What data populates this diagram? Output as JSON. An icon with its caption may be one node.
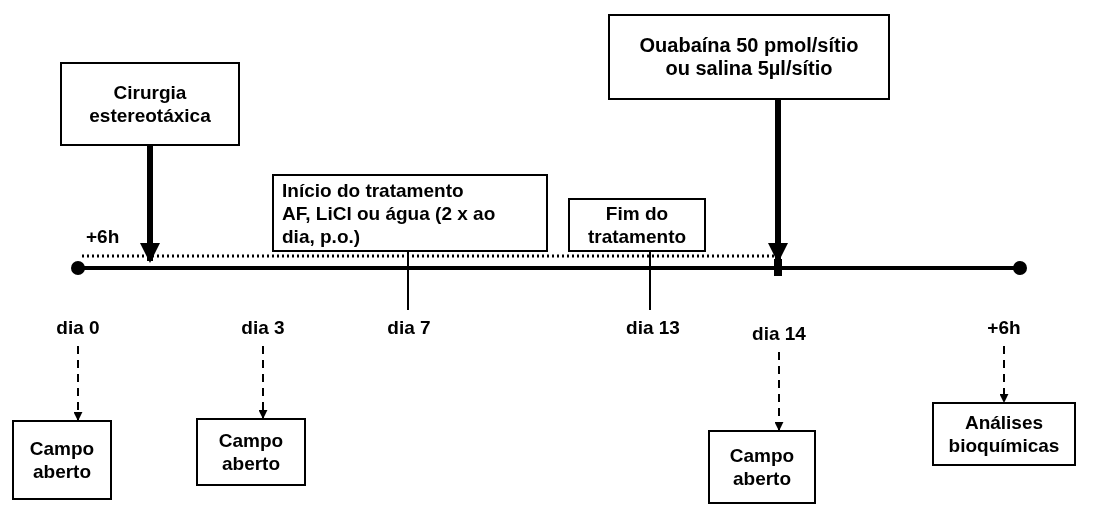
{
  "diagram": {
    "nodes": [
      {
        "text": [
          "Cirurgia estereotáxica"
        ]
      },
      {
        "text": [
          "Início do tratamento AF, LiCl ou água (2 x ao dia, p.o.)"
        ]
      },
      {
        "text": [
          "Fim do tratamento"
        ]
      },
      {
        "text": [
          "Ouabaína 50 pmol/sítio ou salina 5µl/sítio"
        ]
      },
      {
        "text": [
          "dia 0"
        ]
      },
      {
        "text": [
          "dia 3"
        ]
      },
      {
        "text": [
          "dia 7"
        ]
      },
      {
        "text": [
          "dia 13"
        ]
      },
      {
        "text": [
          "dia 14"
        ]
      },
      {
        "text": [
          "+6h"
        ]
      },
      {
        "text": [
          "Campo aberto"
        ]
      },
      {
        "text": [
          "Campo aberto"
        ]
      },
      {
        "text": [
          "Campo aberto"
        ]
      },
      {
        "text": [
          "Análises bioquímicas"
        ]
      },
      {
        "text": [],
        "shape": "bar"
      }
    ],
    "edges": [
      {
        "from": 0,
        "to": 14,
        "arrow": "to",
        "style": "thick"
      },
      {
        "from": 3,
        "to": 14,
        "arrow": "to",
        "style": "thick"
      },
      {
        "from": 1,
        "to": 14,
        "arrow": "none"
      },
      {
        "from": 2,
        "to": 14,
        "arrow": "none"
      },
      {
        "from": 4,
        "to": 10,
        "arrow": "to",
        "style": "dashed"
      },
      {
        "from": 5,
        "to": 11,
        "arrow": "to",
        "style": "dashed"
      },
      {
        "from": 8,
        "to": 12,
        "arrow": "to",
        "style": "dashed"
      },
      {
        "from": 9,
        "to": 13,
        "arrow": "to",
        "style": "dashed"
      }
    ],
    "labels": [
      "+6h"
    ]
  }
}
